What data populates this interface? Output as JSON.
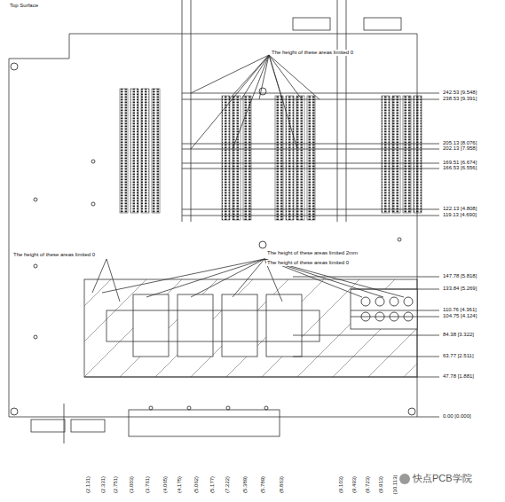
{
  "diagram": {
    "labels": [
      "Top Surface",
      "The height of these areas limited 0",
      "The height of these areas limited 0",
      "The height of these areas limited 2mm",
      "The height of these areas limited 0",
      "242.53 [9.548]",
      "238.53 [9.391]",
      "205.13 [8.076]",
      "202.13 [7.958]",
      "169.51 [6.674]",
      "166.53 [6.556]",
      "122.13 [4.808]",
      "119.13 [4.690]",
      "147.78 [5.818]",
      "133.84 [5.269]",
      "110.76 [4.361]",
      "104.75 [4.124]",
      "84.38 [3.322]",
      "63.77 [2.511]",
      "47.78 [1.881]",
      "0.00 [0.000]",
      "(2.131)",
      "(2.331)",
      "(2.751)",
      "(3.003)",
      "(3.761)",
      "(4.065)",
      "(4.175)",
      "(5.062)",
      "(5.177)",
      "(7.222)",
      "(5.389)",
      "(5.789)",
      "(8.863)",
      "(9.103)",
      "(9.493)",
      "(9.723)",
      "(9.913)",
      "(10.113)",
      "快点PCB学院"
    ]
  }
}
